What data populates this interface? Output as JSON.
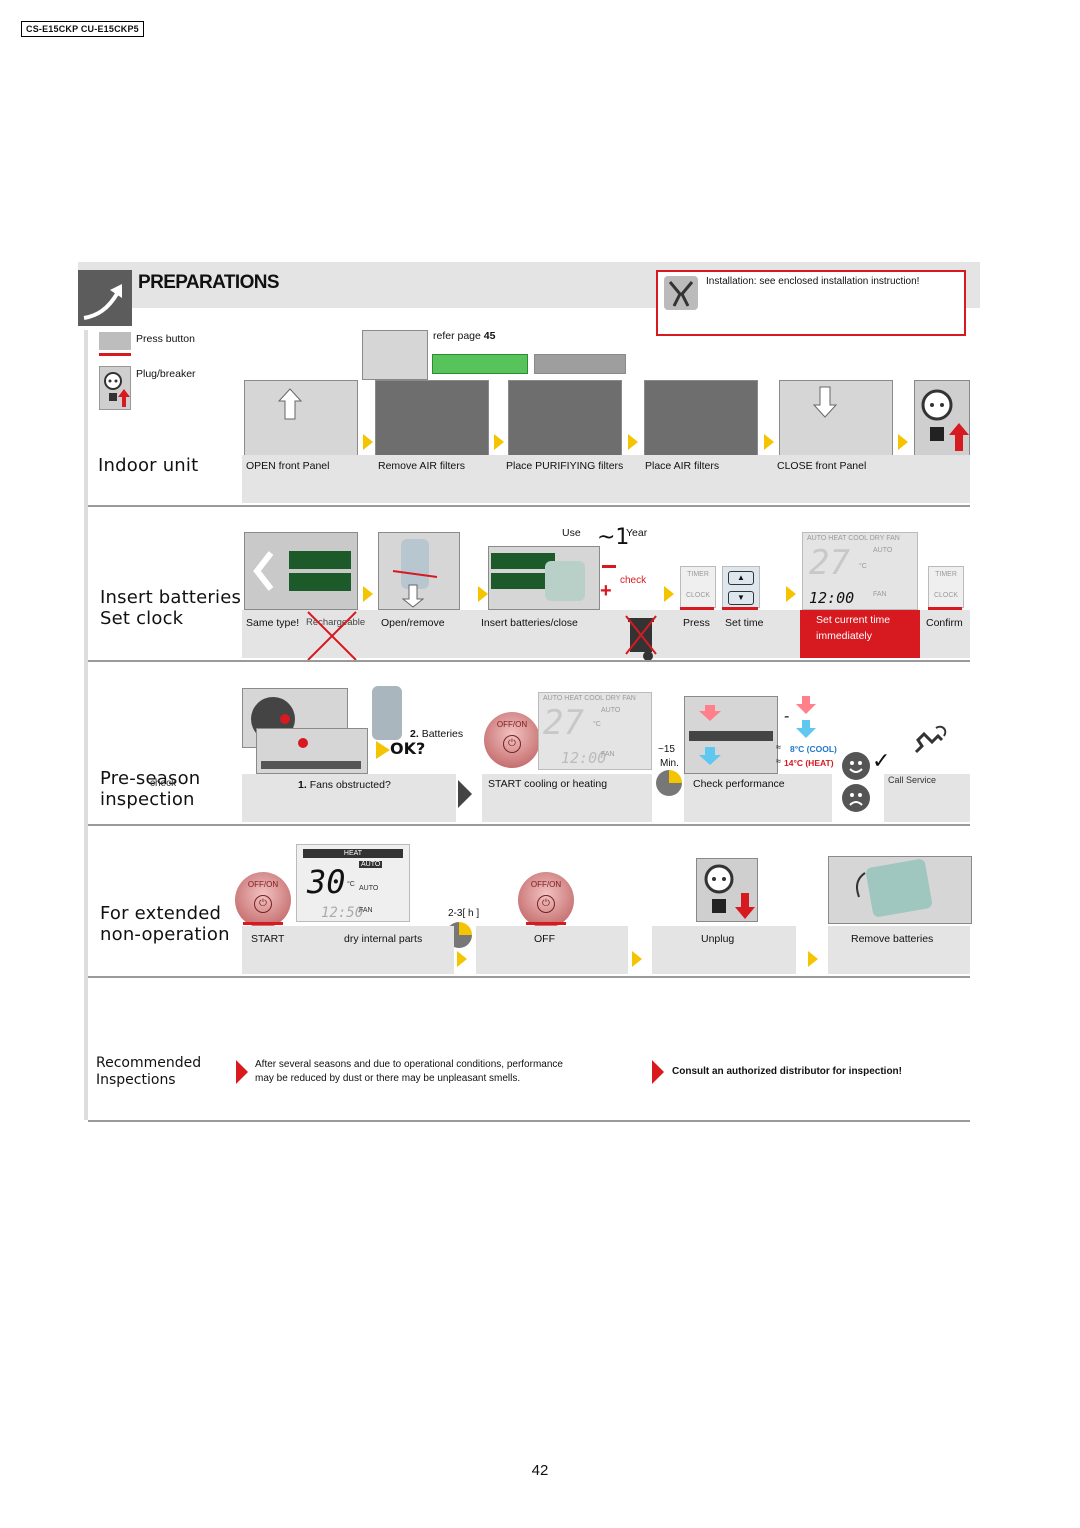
{
  "model": "CS-E15CKP CU-E15CKP5",
  "page_number": "42",
  "header": {
    "title": "PREPARATIONS",
    "install_note": "Installation: see enclosed installation instruction!"
  },
  "legend": {
    "press_button": "Press button",
    "plug_breaker": "Plug/breaker"
  },
  "refer": {
    "label": "refer page",
    "page": "45"
  },
  "indoor": {
    "title": "Indoor unit",
    "steps": [
      "OPEN front Panel",
      "Remove AIR filters",
      "Place PURIFIYING filters",
      "Place AIR filters",
      "CLOSE front Panel"
    ]
  },
  "batteries": {
    "title_1": "Insert batteries",
    "title_2": "Set clock",
    "same_type": "Same type!",
    "rechargeable": "Rechargeable",
    "open_remove": "Open/remove",
    "insert_close": "Insert batteries/close",
    "use": "Use",
    "approx": "~1",
    "year": "Year",
    "check": "check",
    "minus": "-",
    "plus": "+",
    "press": "Press",
    "set_time": "Set time",
    "set_current_1": "Set current time",
    "set_current_2": "immediately",
    "confirm": "Confirm",
    "timer": "TIMER",
    "clock_lbl": "CLOCK",
    "lcd_modes": "AUTO HEAT COOL DRY FAN",
    "lcd_temp": "27",
    "lcd_time": "12:00",
    "lcd_auto": "AUTO",
    "lcd_fan": "FAN",
    "lcd_unit": "°C"
  },
  "preseason": {
    "title_1": "Pre-season",
    "title_2": "inspection",
    "check_overlay": "check",
    "batteries_num": "2.",
    "batteries": "Batteries",
    "ok": "OK?",
    "fans_num": "1.",
    "fans": "Fans obstructed?",
    "start": "START cooling or heating",
    "min_value": "~15",
    "min_unit": "Min.",
    "check_perf": "Check performance",
    "approx": "≈",
    "cool": "8°C (COOL)",
    "heat": "14°C (HEAT)",
    "call_service": "Call Service",
    "offon": "OFF/ON",
    "lcd_modes": "AUTO HEAT COOL DRY FAN",
    "lcd_temp": "27",
    "lcd_time": "12:00",
    "lcd_auto": "AUTO",
    "lcd_fan": "FAN",
    "lcd_unit": "°C",
    "minus": "-",
    "checkmark": "✓"
  },
  "extended": {
    "title_1": "For extended",
    "title_2": "non-operation",
    "offon": "OFF/ON",
    "heat": "HEAT",
    "lcd_temp": "30",
    "lcd_unit": "°C",
    "lcd_time": "12:50",
    "lcd_auto": "AUTO",
    "lcd_fan": "FAN",
    "start": "START",
    "dry": "dry internal parts",
    "hours": "2-3[ h ]",
    "off": "OFF",
    "unplug": "Unplug",
    "remove_batteries": "Remove batteries"
  },
  "recommended": {
    "title_1": "Recommended",
    "title_2": "Inspections",
    "text_1": "After several seasons and due to operational conditions, performance",
    "text_2": "may be reduced by dust or there may be unpleasant smells.",
    "consult": "Consult an authorized distributor for inspection!"
  },
  "colors": {
    "accent_red": "#d71920",
    "strip_gray": "#e4e4e4",
    "arrow_yellow": "#f5c400",
    "cool_blue": "#1f77c8"
  }
}
